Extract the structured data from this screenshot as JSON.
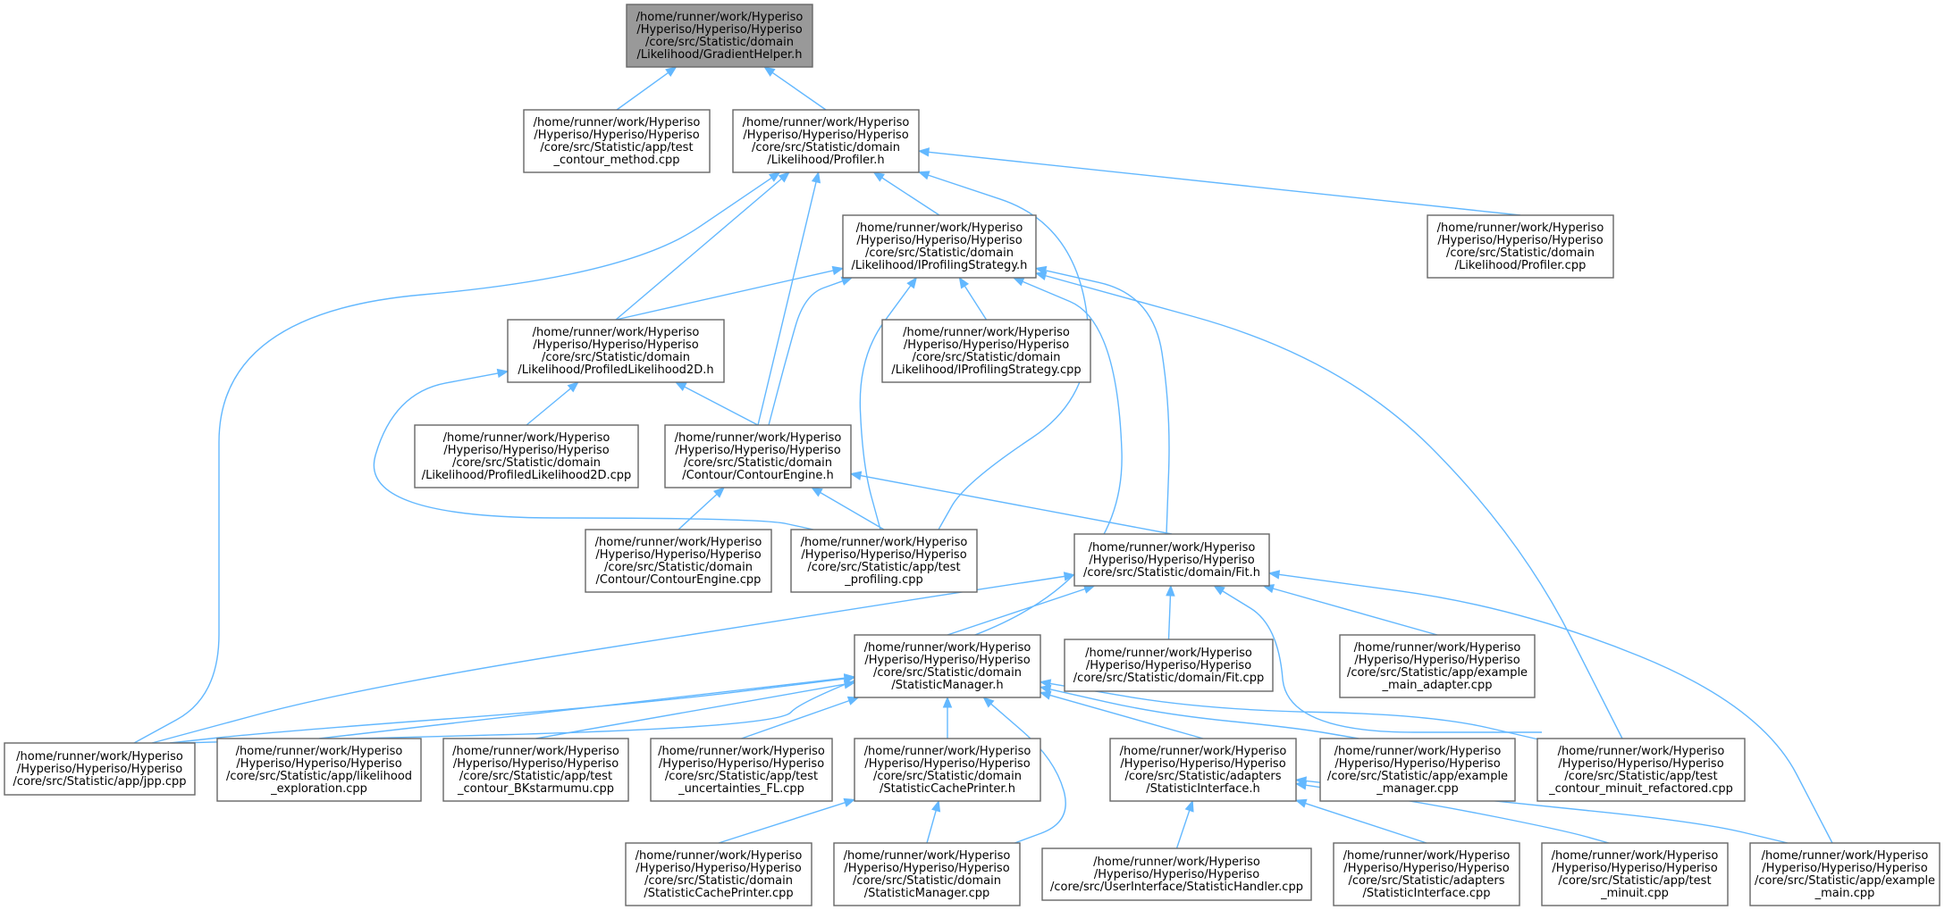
{
  "colors": {
    "edge": "#63b8ff",
    "node_border": "#666666",
    "root_fill": "#999999",
    "node_fill": "#ffffff"
  },
  "nodes": {
    "gradient_helper_h": [
      "/home/runner/work/Hyperiso",
      "/Hyperiso/Hyperiso/Hyperiso",
      "/core/src/Statistic/domain",
      "/Likelihood/GradientHelper.h"
    ],
    "test_contour_method_cpp": [
      "/home/runner/work/Hyperiso",
      "/Hyperiso/Hyperiso/Hyperiso",
      "/core/src/Statistic/app/test",
      "_contour_method.cpp"
    ],
    "profiler_h": [
      "/home/runner/work/Hyperiso",
      "/Hyperiso/Hyperiso/Hyperiso",
      "/core/src/Statistic/domain",
      "/Likelihood/Profiler.h"
    ],
    "iprofiling_strategy_h": [
      "/home/runner/work/Hyperiso",
      "/Hyperiso/Hyperiso/Hyperiso",
      "/core/src/Statistic/domain",
      "/Likelihood/IProfilingStrategy.h"
    ],
    "profiler_cpp": [
      "/home/runner/work/Hyperiso",
      "/Hyperiso/Hyperiso/Hyperiso",
      "/core/src/Statistic/domain",
      "/Likelihood/Profiler.cpp"
    ],
    "profiled_likelihood_2d_h": [
      "/home/runner/work/Hyperiso",
      "/Hyperiso/Hyperiso/Hyperiso",
      "/core/src/Statistic/domain",
      "/Likelihood/ProfiledLikelihood2D.h"
    ],
    "iprofiling_strategy_cpp": [
      "/home/runner/work/Hyperiso",
      "/Hyperiso/Hyperiso/Hyperiso",
      "/core/src/Statistic/domain",
      "/Likelihood/IProfilingStrategy.cpp"
    ],
    "profiled_likelihood_2d_cpp": [
      "/home/runner/work/Hyperiso",
      "/Hyperiso/Hyperiso/Hyperiso",
      "/core/src/Statistic/domain",
      "/Likelihood/ProfiledLikelihood2D.cpp"
    ],
    "contour_engine_h": [
      "/home/runner/work/Hyperiso",
      "/Hyperiso/Hyperiso/Hyperiso",
      "/core/src/Statistic/domain",
      "/Contour/ContourEngine.h"
    ],
    "contour_engine_cpp": [
      "/home/runner/work/Hyperiso",
      "/Hyperiso/Hyperiso/Hyperiso",
      "/core/src/Statistic/domain",
      "/Contour/ContourEngine.cpp"
    ],
    "test_profiling_cpp": [
      "/home/runner/work/Hyperiso",
      "/Hyperiso/Hyperiso/Hyperiso",
      "/core/src/Statistic/app/test",
      "_profiling.cpp"
    ],
    "fit_h": [
      "/home/runner/work/Hyperiso",
      "/Hyperiso/Hyperiso/Hyperiso",
      "/core/src/Statistic/domain/Fit.h"
    ],
    "statistic_manager_h": [
      "/home/runner/work/Hyperiso",
      "/Hyperiso/Hyperiso/Hyperiso",
      "/core/src/Statistic/domain",
      "/StatisticManager.h"
    ],
    "fit_cpp": [
      "/home/runner/work/Hyperiso",
      "/Hyperiso/Hyperiso/Hyperiso",
      "/core/src/Statistic/domain/Fit.cpp"
    ],
    "example_main_adapter_cpp": [
      "/home/runner/work/Hyperiso",
      "/Hyperiso/Hyperiso/Hyperiso",
      "/core/src/Statistic/app/example",
      "_main_adapter.cpp"
    ],
    "jpp_cpp": [
      "/home/runner/work/Hyperiso",
      "/Hyperiso/Hyperiso/Hyperiso",
      "/core/src/Statistic/app/jpp.cpp"
    ],
    "likelihood_exploration_cpp": [
      "/home/runner/work/Hyperiso",
      "/Hyperiso/Hyperiso/Hyperiso",
      "/core/src/Statistic/app/likelihood",
      "_exploration.cpp"
    ],
    "test_contour_bkstarmumu_cpp": [
      "/home/runner/work/Hyperiso",
      "/Hyperiso/Hyperiso/Hyperiso",
      "/core/src/Statistic/app/test",
      "_contour_BKstarmumu.cpp"
    ],
    "test_uncertainties_fl_cpp": [
      "/home/runner/work/Hyperiso",
      "/Hyperiso/Hyperiso/Hyperiso",
      "/core/src/Statistic/app/test",
      "_uncertainties_FL.cpp"
    ],
    "statistic_cache_printer_h": [
      "/home/runner/work/Hyperiso",
      "/Hyperiso/Hyperiso/Hyperiso",
      "/core/src/Statistic/domain",
      "/StatisticCachePrinter.h"
    ],
    "statistic_interface_h": [
      "/home/runner/work/Hyperiso",
      "/Hyperiso/Hyperiso/Hyperiso",
      "/core/src/Statistic/adapters",
      "/StatisticInterface.h"
    ],
    "example_manager_cpp": [
      "/home/runner/work/Hyperiso",
      "/Hyperiso/Hyperiso/Hyperiso",
      "/core/src/Statistic/app/example",
      "_manager.cpp"
    ],
    "test_contour_minuit_refactored_cpp": [
      "/home/runner/work/Hyperiso",
      "/Hyperiso/Hyperiso/Hyperiso",
      "/core/src/Statistic/app/test",
      "_contour_minuit_refactored.cpp"
    ],
    "statistic_cache_printer_cpp": [
      "/home/runner/work/Hyperiso",
      "/Hyperiso/Hyperiso/Hyperiso",
      "/core/src/Statistic/domain",
      "/StatisticCachePrinter.cpp"
    ],
    "statistic_manager_cpp": [
      "/home/runner/work/Hyperiso",
      "/Hyperiso/Hyperiso/Hyperiso",
      "/core/src/Statistic/domain",
      "/StatisticManager.cpp"
    ],
    "statistic_handler_cpp": [
      "/home/runner/work/Hyperiso",
      "/Hyperiso/Hyperiso/Hyperiso",
      "/core/src/UserInterface/StatisticHandler.cpp"
    ],
    "statistic_interface_cpp": [
      "/home/runner/work/Hyperiso",
      "/Hyperiso/Hyperiso/Hyperiso",
      "/core/src/Statistic/adapters",
      "/StatisticInterface.cpp"
    ],
    "test_minuit_cpp": [
      "/home/runner/work/Hyperiso",
      "/Hyperiso/Hyperiso/Hyperiso",
      "/core/src/Statistic/app/test",
      "_minuit.cpp"
    ],
    "example_main_cpp": [
      "/home/runner/work/Hyperiso",
      "/Hyperiso/Hyperiso/Hyperiso",
      "/core/src/Statistic/app/example",
      "_main.cpp"
    ]
  },
  "root": "gradient_helper_h",
  "edges": [
    [
      "gradient_helper_h",
      "test_contour_method_cpp"
    ],
    [
      "gradient_helper_h",
      "profiler_h"
    ],
    [
      "profiler_h",
      "iprofiling_strategy_h"
    ],
    [
      "profiler_h",
      "profiler_cpp"
    ],
    [
      "profiler_h",
      "profiled_likelihood_2d_h"
    ],
    [
      "profiler_h",
      "contour_engine_h"
    ],
    [
      "profiler_h",
      "test_profiling_cpp"
    ],
    [
      "profiler_h",
      "jpp_cpp"
    ],
    [
      "iprofiling_strategy_h",
      "profiled_likelihood_2d_h"
    ],
    [
      "iprofiling_strategy_h",
      "iprofiling_strategy_cpp"
    ],
    [
      "iprofiling_strategy_h",
      "contour_engine_h"
    ],
    [
      "iprofiling_strategy_h",
      "test_profiling_cpp"
    ],
    [
      "iprofiling_strategy_h",
      "fit_h"
    ],
    [
      "iprofiling_strategy_h",
      "jpp_cpp"
    ],
    [
      "iprofiling_strategy_h",
      "test_contour_minuit_refactored_cpp"
    ],
    [
      "profiled_likelihood_2d_h",
      "profiled_likelihood_2d_cpp"
    ],
    [
      "profiled_likelihood_2d_h",
      "contour_engine_h"
    ],
    [
      "profiled_likelihood_2d_h",
      "test_profiling_cpp"
    ],
    [
      "contour_engine_h",
      "contour_engine_cpp"
    ],
    [
      "contour_engine_h",
      "test_profiling_cpp"
    ],
    [
      "contour_engine_h",
      "fit_h"
    ],
    [
      "fit_h",
      "statistic_manager_h"
    ],
    [
      "fit_h",
      "fit_cpp"
    ],
    [
      "fit_h",
      "example_main_adapter_cpp"
    ],
    [
      "fit_h",
      "jpp_cpp"
    ],
    [
      "fit_h",
      "test_contour_minuit_refactored_cpp"
    ],
    [
      "fit_h",
      "example_main_cpp"
    ],
    [
      "statistic_manager_h",
      "jpp_cpp"
    ],
    [
      "statistic_manager_h",
      "likelihood_exploration_cpp"
    ],
    [
      "statistic_manager_h",
      "test_contour_bkstarmumu_cpp"
    ],
    [
      "statistic_manager_h",
      "test_uncertainties_fl_cpp"
    ],
    [
      "statistic_manager_h",
      "statistic_cache_printer_h"
    ],
    [
      "statistic_manager_h",
      "statistic_interface_h"
    ],
    [
      "statistic_manager_h",
      "example_manager_cpp"
    ],
    [
      "statistic_manager_h",
      "test_contour_minuit_refactored_cpp"
    ],
    [
      "statistic_manager_h",
      "statistic_manager_cpp"
    ],
    [
      "statistic_cache_printer_h",
      "statistic_cache_printer_cpp"
    ],
    [
      "statistic_cache_printer_h",
      "statistic_manager_cpp"
    ],
    [
      "statistic_interface_h",
      "statistic_handler_cpp"
    ],
    [
      "statistic_interface_h",
      "statistic_interface_cpp"
    ],
    [
      "statistic_interface_h",
      "test_minuit_cpp"
    ],
    [
      "statistic_interface_h",
      "example_main_cpp"
    ]
  ]
}
